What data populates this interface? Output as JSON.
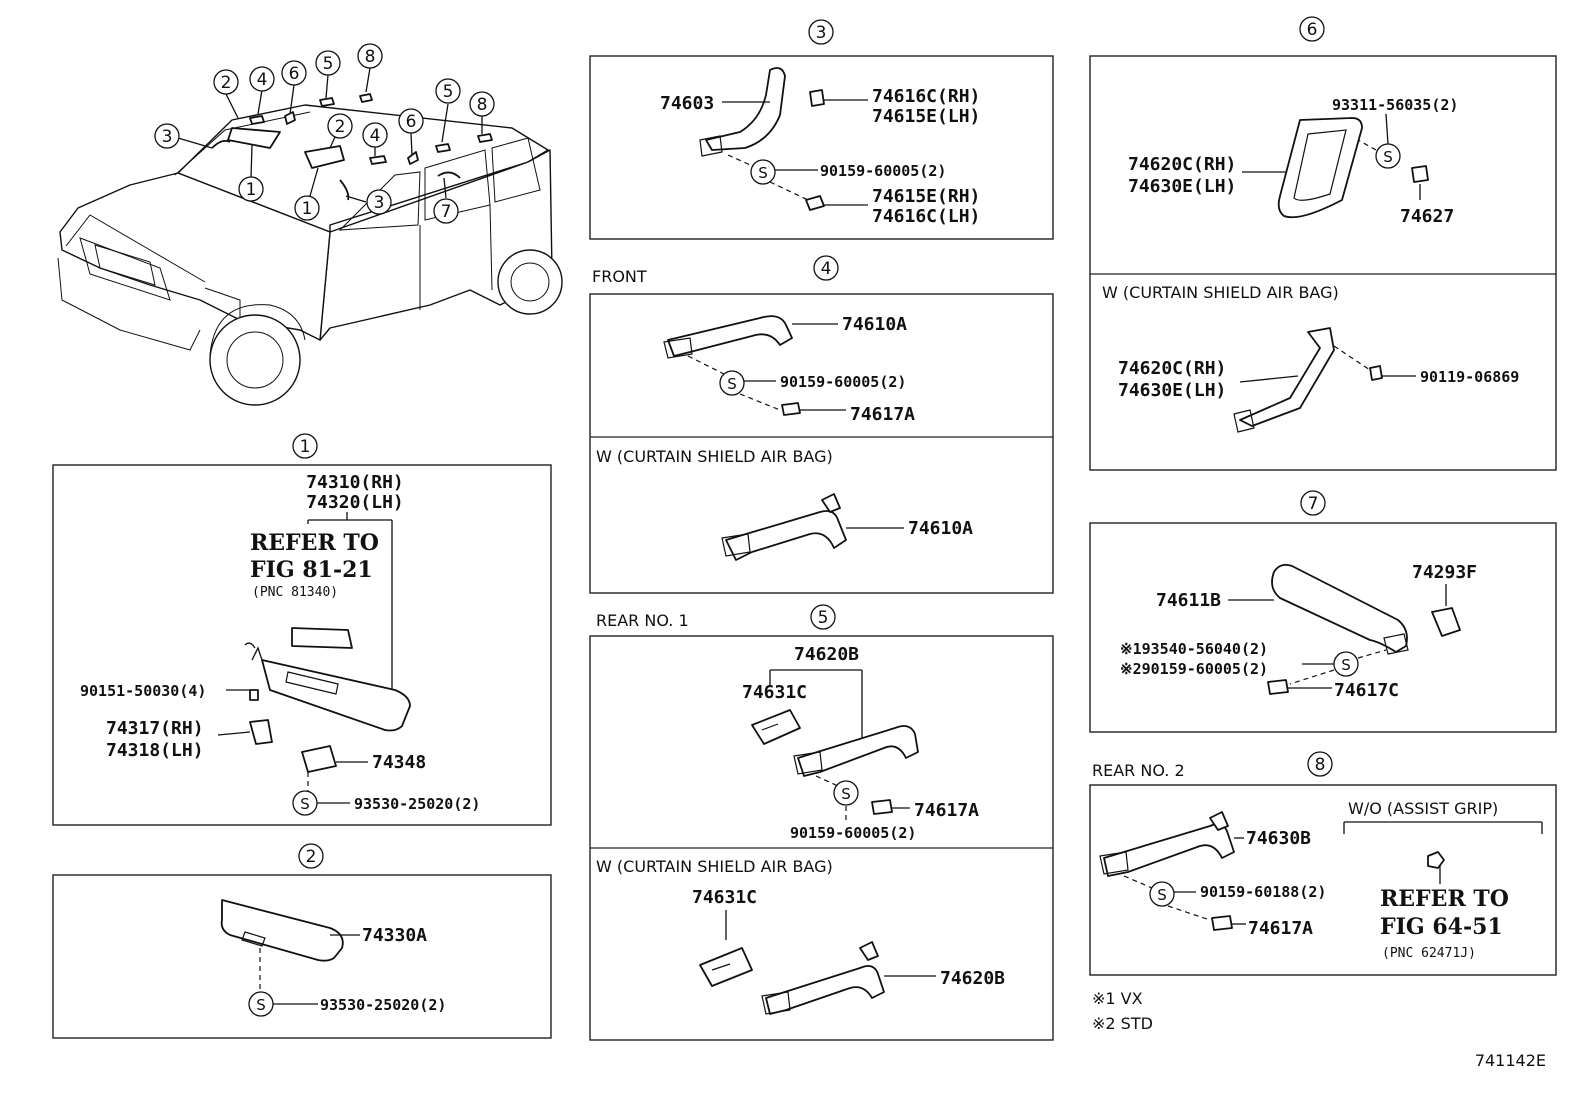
{
  "callouts": {
    "c1": "1",
    "c2": "2",
    "c3": "3",
    "c4": "4",
    "c5": "5",
    "c6": "6",
    "c7": "7",
    "c8": "8"
  },
  "screw_symbol": "S",
  "section1": {
    "p1": "74310(RH)",
    "p2": "74320(LH)",
    "refer": "REFER TO",
    "fig": "FIG 81-21",
    "pnc": "(PNC 81340)",
    "p3": "90151-50030(4)",
    "p4": "74317(RH)",
    "p5": "74318(LH)",
    "p6": "74348",
    "p7": "93530-25020(2)"
  },
  "section2": {
    "p1": "74330A",
    "p2": "93530-25020(2)"
  },
  "section3": {
    "p1": "74603",
    "p2": "74616C(RH)",
    "p3": "74615E(LH)",
    "p4": "90159-60005(2)",
    "p5": "74615E(RH)",
    "p6": "74616C(LH)"
  },
  "section4": {
    "label": "FRONT",
    "p1": "74610A",
    "p2": "90159-60005(2)",
    "p3": "74617A",
    "variant": "W (CURTAIN SHIELD AIR BAG)",
    "p4": "74610A"
  },
  "section5": {
    "label": "REAR  NO. 1",
    "p1": "74620B",
    "p2": "74631C",
    "p3": "74617A",
    "p4": "90159-60005(2)",
    "variant": "W (CURTAIN SHIELD AIR BAG)",
    "p5": "74631C",
    "p6": "74620B"
  },
  "section6": {
    "p1": "93311-56035(2)",
    "p2": "74620C(RH)",
    "p3": "74630E(LH)",
    "p4": "74627",
    "variant": "W (CURTAIN SHIELD AIR BAG)",
    "p5": "74620C(RH)",
    "p6": "74630E(LH)",
    "p7": "90119-06869"
  },
  "section7": {
    "p1": "74293F",
    "p2": "74611B",
    "p3": "※193540-56040(2)",
    "p4": "※290159-60005(2)",
    "p5": "74617C"
  },
  "section8": {
    "label": "REAR  NO. 2",
    "p1": "74630B",
    "p2": "90159-60188(2)",
    "p3": "74617A",
    "variant": "W/O (ASSIST GRIP)",
    "refer": "REFER TO",
    "fig": "FIG 64-51",
    "pnc": "(PNC 62471J)"
  },
  "notes": {
    "n1": "※1  VX",
    "n2": "※2  STD"
  },
  "figure_id": "741142E"
}
